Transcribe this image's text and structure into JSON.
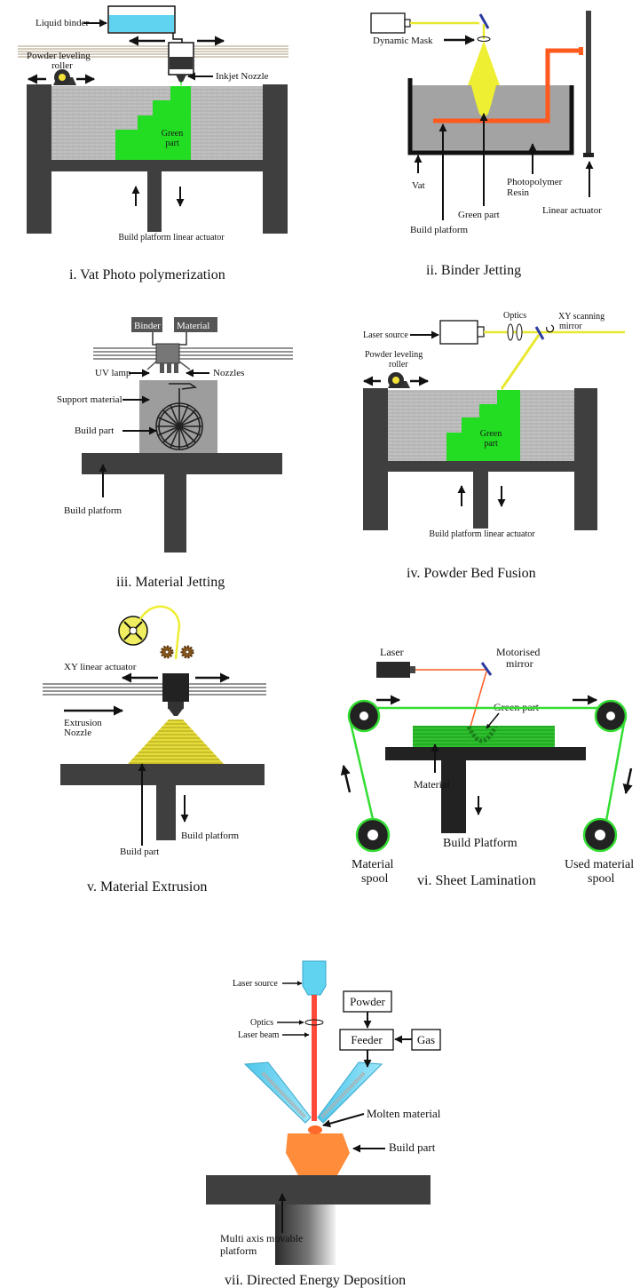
{
  "colors": {
    "dark": "#3f3f3f",
    "green": "#22dd22",
    "yellow": "#eeee33",
    "cyan": "#5fd3f0",
    "orange": "#ff5a1e",
    "red": "#ff3b3b",
    "build_orange": "#ff8c3a",
    "powder": "#b9b9b9"
  },
  "captions": {
    "i": "i.      Vat Photo polymerization",
    "ii": "ii.      Binder Jetting",
    "iii": "iii.      Material Jetting",
    "iv": "iv.      Powder Bed Fusion",
    "v": "v.      Material Extrusion",
    "vi": "vi.      Sheet Lamination",
    "vii": "vii.      Directed Energy Deposition"
  },
  "panel_i": {
    "liquid_binder": "Liquid binder",
    "powder_roller_1": "Powder leveling",
    "powder_roller_2": "roller",
    "inkjet_nozzle": "Inkjet Nozzle",
    "green_1": "Green",
    "green_2": "part",
    "actuator": "Build platform linear actuator"
  },
  "panel_ii": {
    "dynamic_mask": "Dynamic Mask",
    "vat": "Vat",
    "build_platform": "Build platform",
    "green_part": "Green part",
    "resin_1": "Photopolymer",
    "resin_2": "Resin",
    "linear_actuator": "Linear actuator"
  },
  "panel_iii": {
    "binder": "Binder",
    "material": "Material",
    "uv_lamp": "UV lamp",
    "nozzles": "Nozzles",
    "support": "Support material",
    "build_part": "Build part",
    "build_platform": "Build platform"
  },
  "panel_iv": {
    "optics": "Optics",
    "xy_mirror_1": "XY scanning",
    "xy_mirror_2": "mirror",
    "laser_source": "Laser source",
    "powder_roller_1": "Powder leveling",
    "powder_roller_2": "roller",
    "green_1": "Green",
    "green_2": "part",
    "actuator": "Build platform linear actuator"
  },
  "panel_v": {
    "xy_actuator": "XY linear actuator",
    "nozzle_1": "Extrusion",
    "nozzle_2": "Nozzle",
    "build_platform": "Build platform",
    "build_part": "Build part"
  },
  "panel_vi": {
    "laser": "Laser",
    "mirror_1": "Motorised",
    "mirror_2": "mirror",
    "green_part": "Green part",
    "material": "Material",
    "material_spool_1": "Material",
    "material_spool_2": "spool",
    "build_platform": "Build Platform",
    "used_spool_1": "Used material",
    "used_spool_2": "spool"
  },
  "panel_vii": {
    "laser_source": "Laser source",
    "optics": "Optics",
    "laser_beam": "Laser beam",
    "powder": "Powder",
    "feeder": "Feeder",
    "gas": "Gas",
    "molten": "Molten material",
    "build_part": "Build part",
    "platform_1": "Multi axis movable",
    "platform_2": "platform"
  }
}
